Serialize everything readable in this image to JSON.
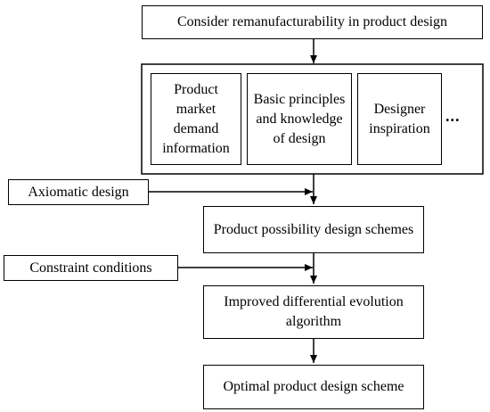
{
  "title_box": "Consider remanufacturability in product design",
  "inputs": {
    "market": "Product market demand information",
    "principles": "Basic principles and knowledge of design",
    "inspiration": "Designer inspiration",
    "more": "..."
  },
  "side_inputs": {
    "axiomatic": "Axiomatic design",
    "constraints": "Constraint conditions"
  },
  "steps": {
    "possibility": "Product possibility design schemes",
    "algorithm": "Improved differential evolution algorithm",
    "optimal": "Optimal product design scheme"
  }
}
